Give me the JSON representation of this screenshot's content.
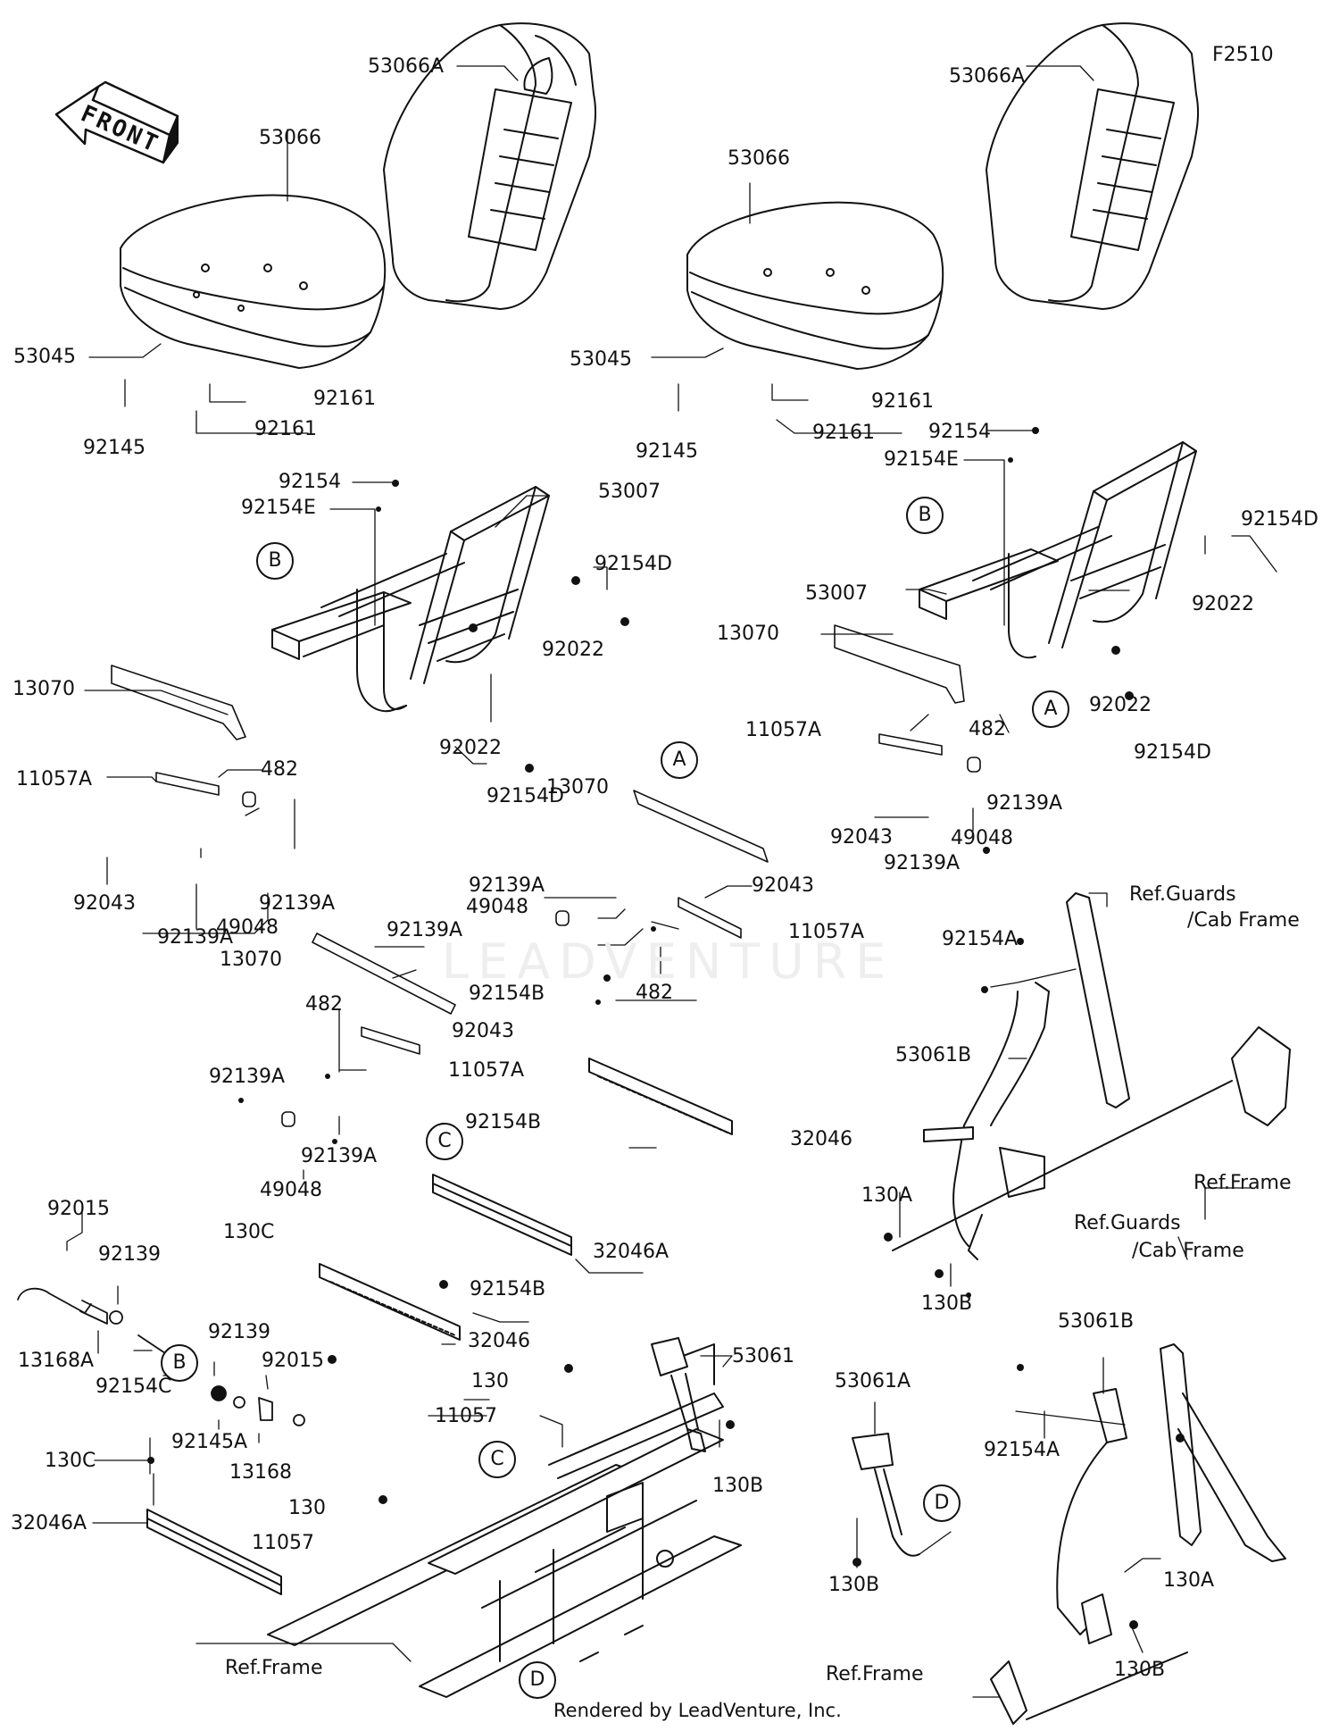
{
  "figure_code": "F2510",
  "front_label": "FRONT",
  "watermark": "LEADVENTURE",
  "footer": "Rendered by LeadVenture, Inc.",
  "colors": {
    "line": "#111111",
    "watermark": "#eeeeee",
    "background": "#ffffff"
  },
  "labels": {
    "l01": "53066A",
    "l02": "53066",
    "l03": "53045",
    "l04": "92145",
    "l05": "92161",
    "l06": "92161",
    "l07": "92154",
    "l08": "92154E",
    "l09": "53007",
    "l10": "92154D",
    "l11": "92022",
    "l12": "92022",
    "l13": "92154D",
    "l14": "13070",
    "l15": "11057A",
    "l16": "482",
    "l17": "92043",
    "l18": "49048",
    "l19": "92139A",
    "l20": "92139A",
    "r01": "53066A",
    "r02": "53066",
    "r03": "53045",
    "r04": "92145",
    "r05": "92161",
    "r06": "92161",
    "r07": "92154",
    "r08": "92154E",
    "r09": "92154D",
    "r10": "92022",
    "r11": "53007",
    "r12": "13070",
    "r13": "92022",
    "r14": "92154D",
    "r15": "11057A",
    "r16": "482",
    "r17": "92043",
    "r18": "49048",
    "r19": "92139A",
    "r20": "92139A",
    "c01": "13070",
    "c02": "92139A",
    "c03": "49048",
    "c04": "92139A",
    "c05": "92043",
    "c06": "11057A",
    "c07": "482",
    "c08": "92154B",
    "c09": "32046",
    "m01": "13070",
    "m02": "482",
    "m03": "92043",
    "m04": "11057A",
    "m05": "92139A",
    "m06": "92139A",
    "m07": "49048",
    "m08": "92154B",
    "m09": "32046A",
    "m10": "130C",
    "m11": "92154B",
    "m12": "32046",
    "b01": "92015",
    "b02": "92139",
    "b03": "13168A",
    "b04": "92154C",
    "b05": "92139",
    "b06": "92015",
    "b07": "92145A",
    "b08": "13168",
    "b09": "130C",
    "b10": "32046A",
    "b11": "130",
    "b12": "11057",
    "b13": "130",
    "b14": "11057",
    "b15": "53061",
    "b16": "130B",
    "b17": "Ref.Frame",
    "s01": "Ref.Guards",
    "s02": "/Cab Frame",
    "s03": "92154A",
    "s04": "53061B",
    "s05": "Ref.Frame",
    "s06": "130A",
    "s07": "130B",
    "s08": "Ref.Guards",
    "s09": "/Cab Frame",
    "s10": "53061A",
    "s11": "53061B",
    "s12": "92154A",
    "s13": "130A",
    "s14": "130B",
    "s15": "130B",
    "s16": "Ref.Frame"
  },
  "callouts": {
    "ca1": "B",
    "ca2": "B",
    "ca3": "A",
    "ca4": "A",
    "ca5": "C",
    "ca6": "B",
    "ca7": "C",
    "ca8": "D",
    "ca9": "D"
  }
}
